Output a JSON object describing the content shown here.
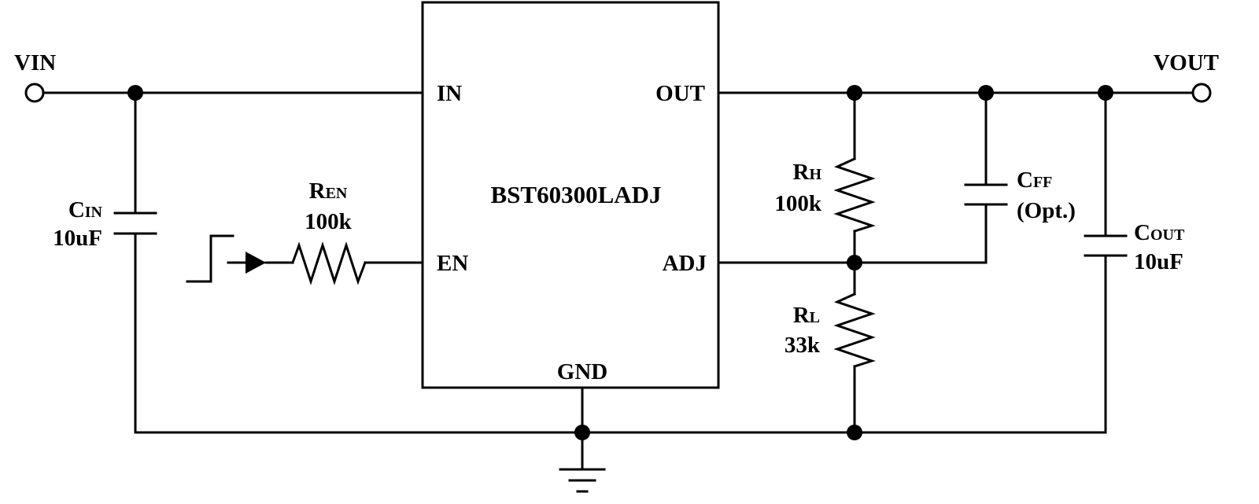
{
  "chip": {
    "name": "BST60300LADJ",
    "pins": {
      "in": "IN",
      "out": "OUT",
      "en": "EN",
      "adj": "ADJ",
      "gnd": "GND"
    }
  },
  "terminals": {
    "vin": "VIN",
    "vout": "VOUT"
  },
  "components": {
    "cin": {
      "letter": "C",
      "sub": "IN",
      "value": "10uF"
    },
    "ren": {
      "letter": "R",
      "sub": "EN",
      "value": "100k"
    },
    "rh": {
      "letter": "R",
      "sub": "H",
      "value": "100k"
    },
    "rl": {
      "letter": "R",
      "sub": "L",
      "value": "33k"
    },
    "cff": {
      "letter": "C",
      "sub": "FF",
      "value": "(Opt.)"
    },
    "cout": {
      "letter": "C",
      "sub": "OUT",
      "value": "10uF"
    }
  }
}
